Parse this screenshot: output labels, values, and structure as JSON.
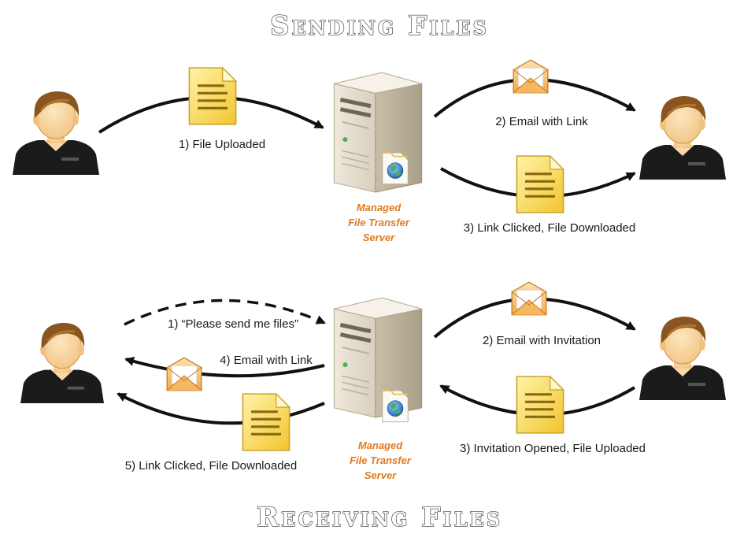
{
  "titles": {
    "top": "Sending Files",
    "bottom": "Receiving Files"
  },
  "server_label": {
    "line1": "Managed",
    "line2": "File Transfer",
    "line3": "Server"
  },
  "sending": {
    "step1": "1) File Uploaded",
    "step2": "2) Email with Link",
    "step3": "3) Link Clicked, File Downloaded"
  },
  "receiving": {
    "step1": "1) “Please send me files”",
    "step2": "2) Email with Invitation",
    "step3": "3) Invitation Opened, File Uploaded",
    "step4": "4) Email with Link",
    "step5": "5) Link Clicked, File Downloaded"
  },
  "colors": {
    "server_label": "#e07a1f",
    "arrow": "#111111",
    "document": "#f5d040",
    "envelope": "#f0a040",
    "skin": "#fbd9a6",
    "hair": "#8a5520",
    "shirt": "#1a1a1a"
  },
  "icons": [
    "user-icon",
    "document-icon",
    "envelope-icon",
    "server-icon",
    "globe-icon"
  ]
}
